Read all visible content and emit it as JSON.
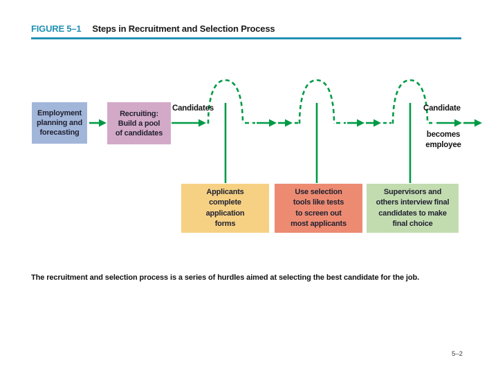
{
  "header": {
    "figure_label": "FIGURE 5–1",
    "title": "Steps in Recruitment and Selection Process",
    "accent_color": "#2191b4"
  },
  "diagram": {
    "flow_color": "#009a45",
    "hurdle_count": 3,
    "top_boxes": [
      {
        "name": "employment-planning",
        "color": "#a2b6da",
        "lines": [
          "Employment",
          "planning and",
          "forecasting"
        ]
      },
      {
        "name": "recruiting",
        "color": "#d3a9c8",
        "lines": [
          "Recruiting:",
          "Build a pool",
          "of candidates"
        ]
      }
    ],
    "bottom_boxes": [
      {
        "name": "application-forms",
        "color": "#f6d184",
        "lines": [
          "Applicants",
          "complete",
          "application",
          "forms"
        ]
      },
      {
        "name": "selection-tools",
        "color": "#ed8b72",
        "lines": [
          "Use selection",
          "tools like tests",
          "to screen out",
          "most applicants"
        ]
      },
      {
        "name": "final-interview",
        "color": "#c2dcb0",
        "lines": [
          "Supervisors and",
          "others interview final",
          "candidates to make",
          "final choice"
        ]
      }
    ],
    "labels": {
      "candidates": "Candidates",
      "candidate": "Candidate",
      "becomes": "becomes",
      "employee": "employee"
    }
  },
  "caption": "The recruitment and selection process is a series of hurdles aimed at selecting the best candidate for the job.",
  "footer": {
    "page_number": "5–2"
  }
}
